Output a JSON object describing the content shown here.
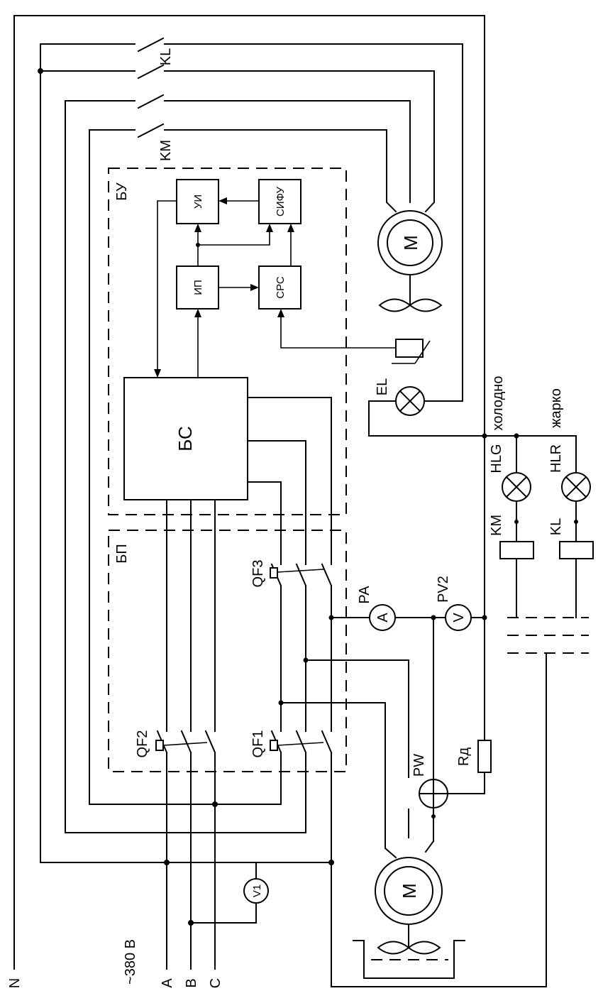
{
  "supply": {
    "voltage": "~380 В",
    "neutral": "N",
    "phases": [
      "A",
      "B",
      "C"
    ]
  },
  "contactors": {
    "km": "KM",
    "kl": "KL"
  },
  "blocks": {
    "control_unit": "БУ",
    "power_unit": "БП",
    "signal_block": "БС",
    "ui": "УИ",
    "sifu": "СИФУ",
    "ip": "ИП",
    "src": "СРС"
  },
  "breakers": {
    "qf1": "QF1",
    "qf2": "QF2",
    "qf3": "QF3"
  },
  "instruments": {
    "pa": "PA",
    "pv2": "PV2",
    "pw": "PW",
    "v1": "V1",
    "rd": "Rд"
  },
  "meter_letters": {
    "ammeter": "A",
    "voltmeter": "V",
    "v1": "V1"
  },
  "motor_letter": "M",
  "lamps": {
    "el": "EL",
    "hlg": "HLG",
    "hlr": "HLR",
    "cold_label": "холодно",
    "hot_label": "жарко"
  },
  "relay_coils": {
    "km": "KM",
    "kl": "KL"
  }
}
